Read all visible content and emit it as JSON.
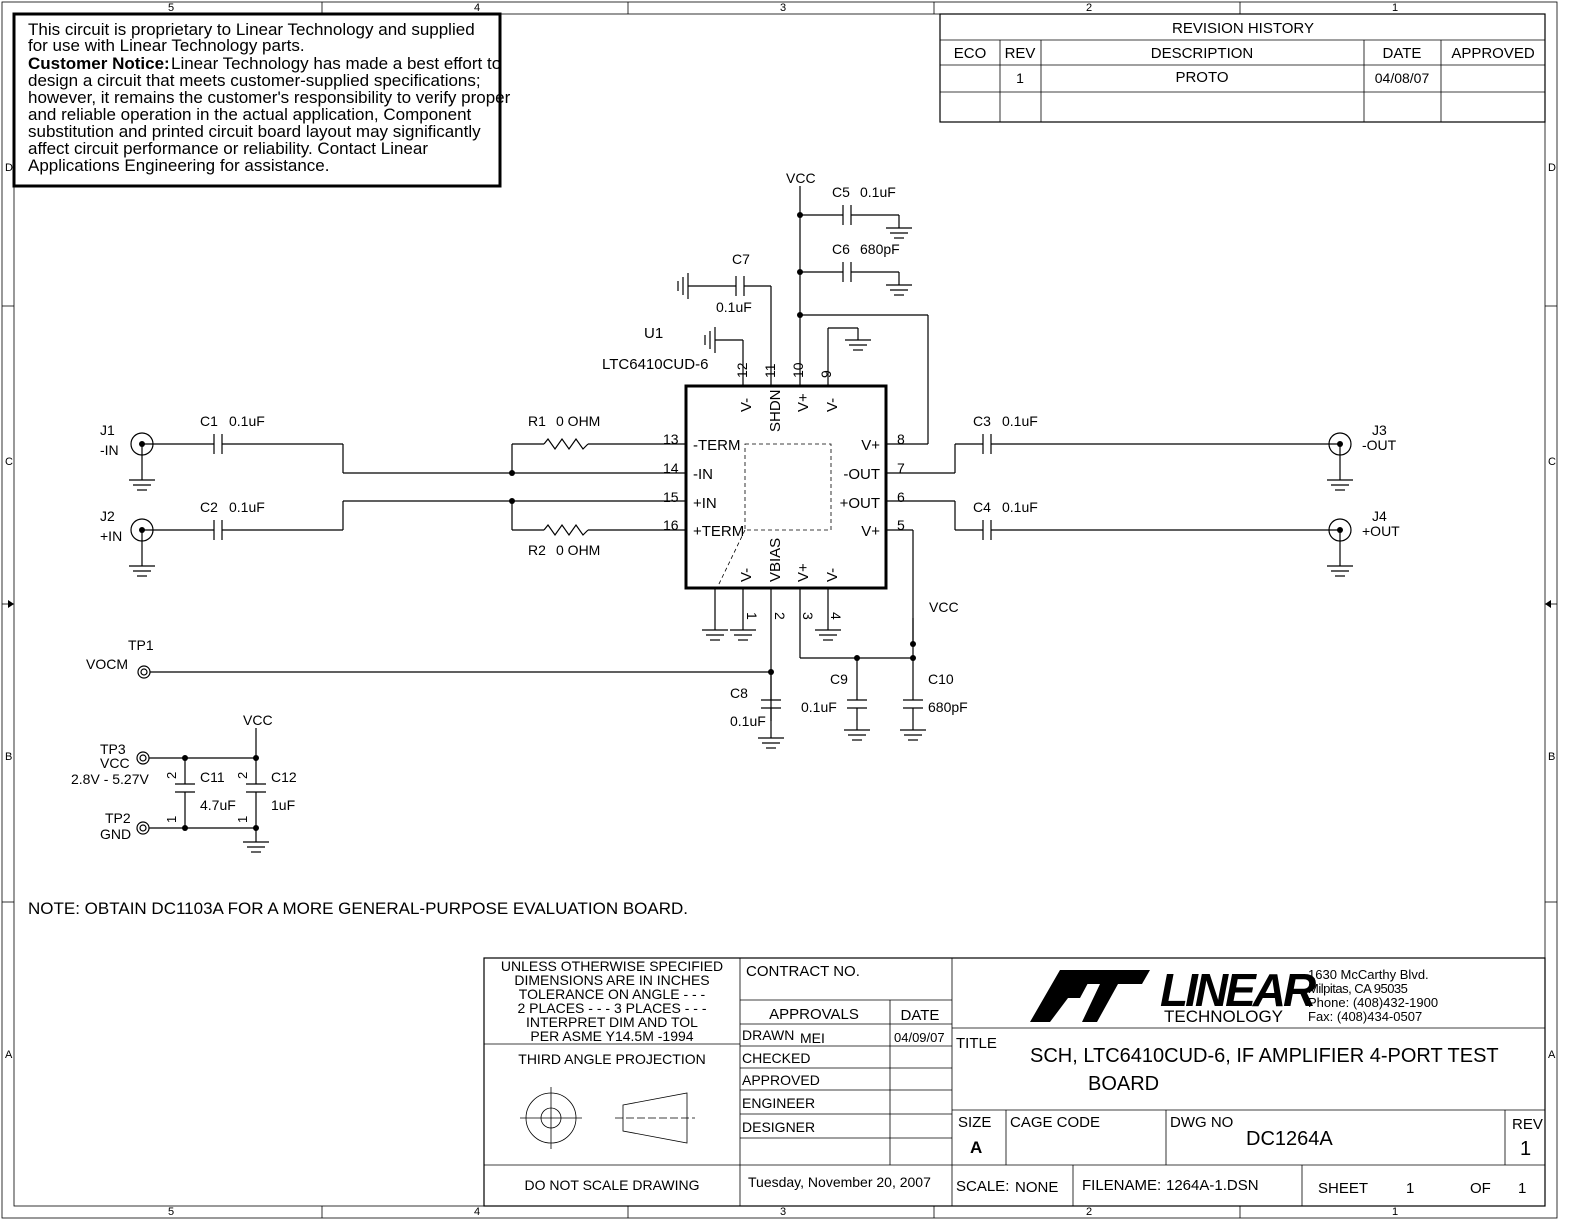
{
  "border": {
    "top_zones": [
      "5",
      "4",
      "3",
      "2",
      "1"
    ],
    "bottom_zones": [
      "5",
      "4",
      "3",
      "2",
      "1"
    ],
    "side_zones": [
      "D",
      "C",
      "B",
      "A"
    ]
  },
  "notice": {
    "line1": "This circuit is proprietary to Linear Technology and supplied",
    "line2": "for use with Linear Technology parts.",
    "bold": "Customer Notice:",
    "line3": "Linear Technology has made a best effort to",
    "line4": "design a circuit that meets customer-supplied specifications;",
    "line5": "however, it remains the customer's responsibility to verify proper",
    "line6": " and reliable operation in the actual application, Component",
    "line7": "substitution and printed circuit board layout may significantly",
    "line8": "affect circuit performance or reliability. Contact Linear",
    "line9": " Applications Engineering for assistance."
  },
  "revision": {
    "title": "REVISION HISTORY",
    "headers": [
      "ECO",
      "REV",
      "DESCRIPTION",
      "DATE",
      "APPROVED"
    ],
    "row": {
      "eco": "",
      "rev": "1",
      "description": "PROTO",
      "date": "04/08/07",
      "approved": ""
    }
  },
  "schematic": {
    "u1_ref": "U1",
    "u1_part": "LTC6410CUD-6",
    "pins_left": [
      "-TERM",
      "-IN",
      "+IN",
      "+TERM"
    ],
    "pins_left_nums": [
      "13",
      "14",
      "15",
      "16"
    ],
    "pins_right": [
      "V+",
      "-OUT",
      "+OUT",
      "V+"
    ],
    "pins_right_nums": [
      "8",
      "7",
      "6",
      "5"
    ],
    "pins_top": [
      "V-",
      "SHDN",
      "V+",
      "V-"
    ],
    "pins_top_nums": [
      "12",
      "11",
      "10",
      "9"
    ],
    "pins_bottom": [
      "V-",
      "VBIAS",
      "V+",
      "V-"
    ],
    "pins_bottom_nums": [
      "1",
      "2",
      "3",
      "4"
    ],
    "j1": {
      "ref": "J1",
      "net": "-IN"
    },
    "j2": {
      "ref": "J2",
      "net": "+IN"
    },
    "j3": {
      "ref": "J3",
      "net": "-OUT"
    },
    "j4": {
      "ref": "J4",
      "net": "+OUT"
    },
    "c1": {
      "ref": "C1",
      "val": "0.1uF"
    },
    "c2": {
      "ref": "C2",
      "val": "0.1uF"
    },
    "c3": {
      "ref": "C3",
      "val": "0.1uF"
    },
    "c4": {
      "ref": "C4",
      "val": "0.1uF"
    },
    "c5": {
      "ref": "C5",
      "val": "0.1uF"
    },
    "c6": {
      "ref": "C6",
      "val": "680pF"
    },
    "c7": {
      "ref": "C7",
      "val": "0.1uF"
    },
    "c8": {
      "ref": "C8",
      "val": "0.1uF"
    },
    "c9": {
      "ref": "C9",
      "val": "0.1uF"
    },
    "c10": {
      "ref": "C10",
      "val": "680pF"
    },
    "c11": {
      "ref": "C11",
      "val": "4.7uF"
    },
    "c12": {
      "ref": "C12",
      "val": "1uF"
    },
    "r1": {
      "ref": "R1",
      "val": "0 OHM"
    },
    "r2": {
      "ref": "R2",
      "val": "0 OHM"
    },
    "vcc": "VCC",
    "tp1": {
      "ref": "TP1",
      "net": "VOCM"
    },
    "tp3": {
      "ref": "TP3",
      "net": "VCC",
      "range": "2.8V - 5.27V"
    },
    "tp2": {
      "ref": "TP2",
      "net": "GND"
    },
    "pin1": "1",
    "pin2": "2"
  },
  "note": "NOTE: OBTAIN DC1103A FOR A MORE GENERAL-PURPOSE EVALUATION BOARD.",
  "titleblock": {
    "spec1": "UNLESS OTHERWISE SPECIFIED",
    "spec2": "DIMENSIONS ARE IN INCHES",
    "spec3": "TOLERANCE ON ANGLE - - -",
    "spec4": "2 PLACES - - -   3 PLACES - - -",
    "spec5": "INTERPRET DIM AND TOL",
    "spec6": "PER ASME Y14.5M -1994",
    "projection": "THIRD ANGLE PROJECTION",
    "contract": "CONTRACT NO.",
    "approvals": "APPROVALS",
    "date_hdr": "DATE",
    "drawn": "DRAWN",
    "drawn_by": "MEI",
    "drawn_date": "04/09/07",
    "checked": "CHECKED",
    "approved": "APPROVED",
    "engineer": "ENGINEER",
    "designer": "DESIGNER",
    "do_not_scale": "DO NOT SCALE DRAWING",
    "print_date": "Tuesday, November 20, 2007",
    "logo_text": "LINEAR",
    "logo_sub": "TECHNOLOGY",
    "addr1": "1630 McCarthy Blvd.",
    "addr2": "Milpitas, CA 95035",
    "addr3": "Phone: (408)432-1900",
    "addr4": "Fax: (408)434-0507",
    "title_lbl": "TITLE",
    "title1": "SCH, LTC6410CUD-6, IF AMPLIFIER 4-PORT TEST",
    "title2": "BOARD",
    "size_lbl": "SIZE",
    "size": "A",
    "cage_lbl": "CAGE CODE",
    "dwg_lbl": "DWG NO",
    "dwg": "DC1264A",
    "rev_lbl": "REV",
    "rev": "1",
    "scale_lbl": "SCALE:",
    "scale": "NONE",
    "filename_lbl": "FILENAME:",
    "filename": "1264A-1.DSN",
    "sheet_lbl": "SHEET",
    "sheet": "1",
    "of_lbl": "OF",
    "of": "1"
  }
}
